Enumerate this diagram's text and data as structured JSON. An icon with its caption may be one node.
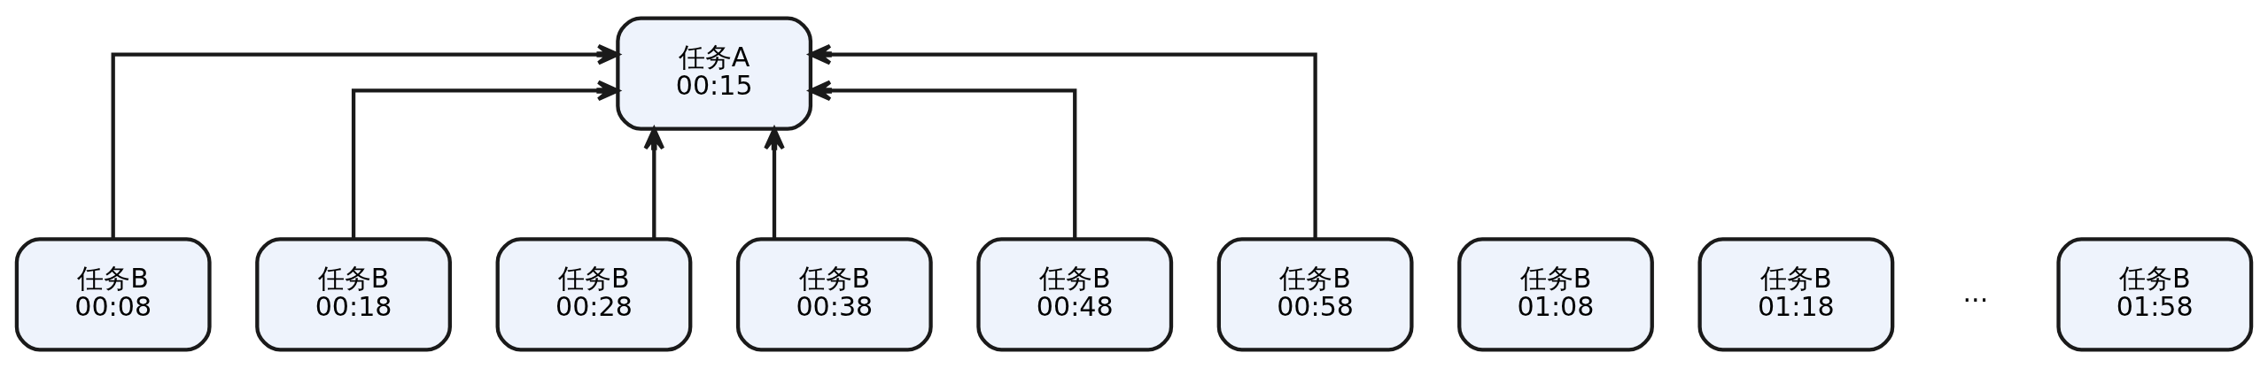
{
  "diagram": {
    "nodes": [
      {
        "text": [
          "任务A",
          "00:15"
        ]
      },
      {
        "text": [
          "任务B",
          "00:08"
        ]
      },
      {
        "text": [
          "任务B",
          "00:18"
        ]
      },
      {
        "text": [
          "任务B",
          "00:28"
        ]
      },
      {
        "text": [
          "任务B",
          "00:38"
        ]
      },
      {
        "text": [
          "任务B",
          "00:48"
        ]
      },
      {
        "text": [
          "任务B",
          "00:58"
        ]
      },
      {
        "text": [
          "任务B",
          "01:08"
        ]
      },
      {
        "text": [
          "任务B",
          "01:18"
        ]
      },
      {
        "text": [
          "任务B",
          "01:58"
        ]
      }
    ],
    "edges": [
      {
        "from": 1,
        "to": 0,
        "arrow": "to"
      },
      {
        "from": 2,
        "to": 0,
        "arrow": "to"
      },
      {
        "from": 3,
        "to": 0,
        "arrow": "to"
      },
      {
        "from": 4,
        "to": 0,
        "arrow": "to"
      },
      {
        "from": 5,
        "to": 0,
        "arrow": "to"
      },
      {
        "from": 6,
        "to": 0,
        "arrow": "to"
      }
    ],
    "labels": [
      "..."
    ]
  }
}
